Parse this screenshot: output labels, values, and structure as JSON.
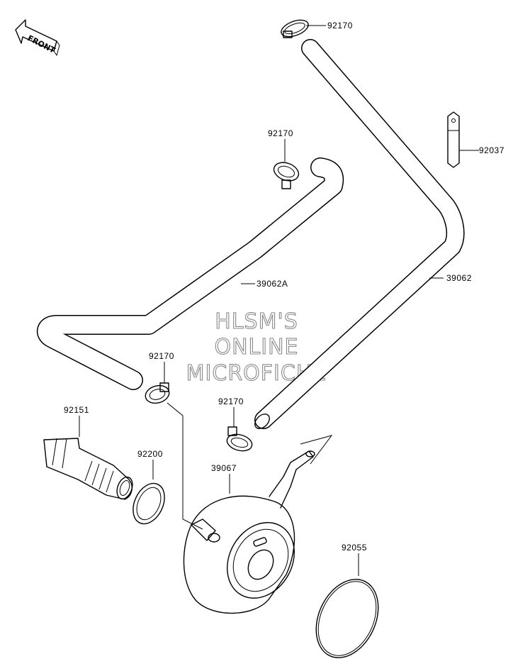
{
  "front_marker": {
    "text": "FRONT"
  },
  "watermark": {
    "lines": [
      "HLSM'S",
      "ONLINE",
      "MICROFICHE"
    ]
  },
  "part_labels": {
    "clamp_top": "92170",
    "bracket": "92037",
    "clamp_upper_left": "92170",
    "hose_left": "39062A",
    "hose_right": "39062",
    "clamp_mid_left": "92170",
    "clamp_mid_right": "92170",
    "bolt": "92151",
    "washer": "92200",
    "oil_cooler": "39067",
    "o_ring": "92055"
  }
}
